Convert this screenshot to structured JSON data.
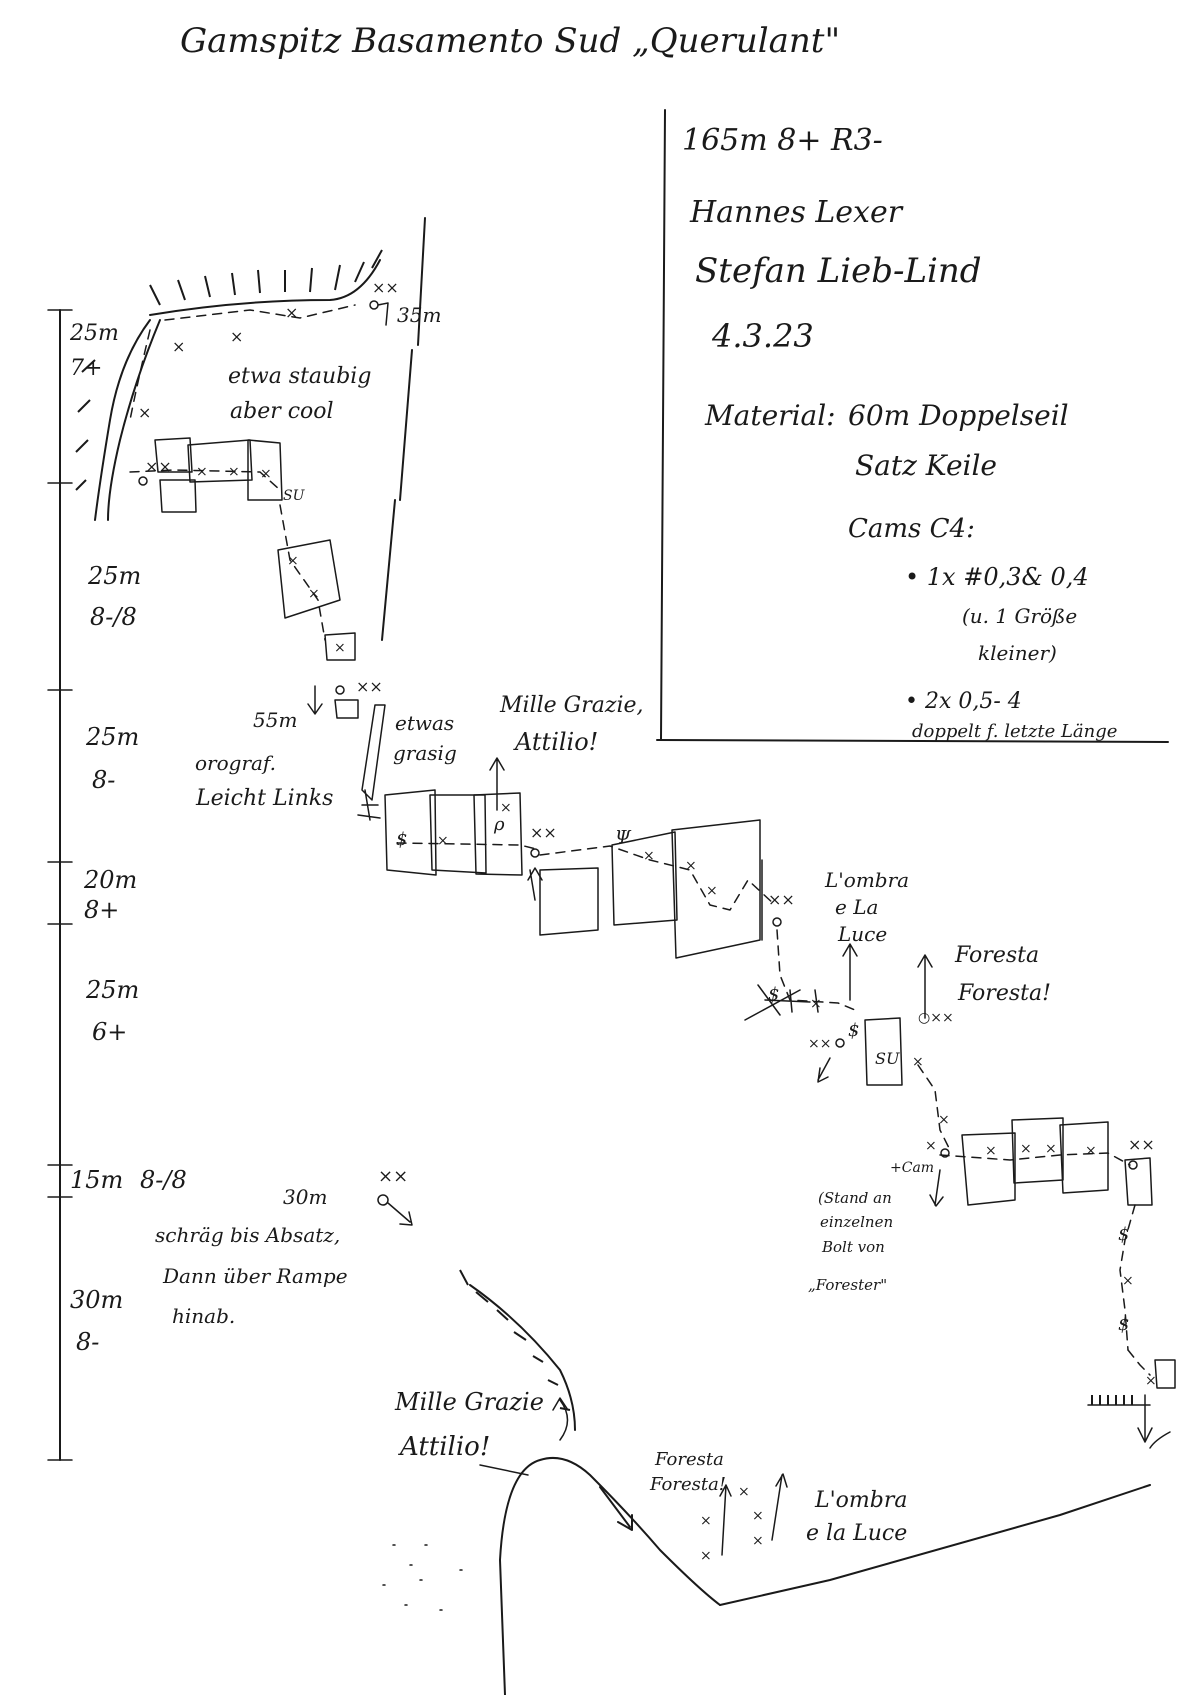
{
  "title": "Gamspitz  Basamento Sud „Querulant\"",
  "info": {
    "summary": "165m  8+  R3-",
    "author1": "Hannes Lexer",
    "author2": "Stefan Lieb-Lind",
    "date": "4.3.23",
    "material_label": "Material:",
    "material_1": "60m Doppelseil",
    "material_2": "Satz Keile",
    "cams_label": "Cams C4:",
    "cams_1": "• 1x #0,3& 0,4",
    "cams_1b": "(u. 1 Größe",
    "cams_1c": "kleiner)",
    "cams_2": "• 2x 0,5- 4",
    "cams_2b": "doppelt f. letzte Länge"
  },
  "pitches": [
    {
      "length": "25m",
      "grade": "7+"
    },
    {
      "length": "25m",
      "grade": "8-/8"
    },
    {
      "length": "25m",
      "grade": "8-"
    },
    {
      "length": "20m",
      "grade": "8+"
    },
    {
      "length": "25m",
      "grade": "6+"
    },
    {
      "length": "15m",
      "grade": "8-/8"
    },
    {
      "length": "30m",
      "grade": "8-"
    }
  ],
  "notes": {
    "rap_35": "35m",
    "dusty_1": "etwa staubig",
    "dusty_2": "aber cool",
    "su_top": "SU",
    "rap_55": "55m",
    "orogr_1": "orograf.",
    "orogr_2": "Leicht Links",
    "grassy_1": "etwas",
    "grassy_2": "grasig",
    "mille_1": "Mille Grazie,",
    "mille_2": "Attilio!",
    "ombra_1": "L'ombra",
    "ombra_2": "e La",
    "ombra_3": "Luce",
    "foresta_1": "Foresta",
    "foresta_2": "Foresta!",
    "su_mid": "SU",
    "cam_label": "+Cam",
    "stand_1": "(Stand an",
    "stand_2": "einzelnen",
    "stand_3": "Bolt von",
    "stand_4": "„Forester\"",
    "rap_30": "30m",
    "descent_1": "schräg  bis Absatz,",
    "descent_2": "Dann über Rampe",
    "descent_3": "hinab.",
    "bottom_mille_1": "Mille Grazie",
    "bottom_mille_2": "Attilio!",
    "bottom_foresta_1": "Foresta",
    "bottom_foresta_2": "Foresta!",
    "bottom_ombra_1": "L'ombra",
    "bottom_ombra_2": "e la Luce"
  }
}
